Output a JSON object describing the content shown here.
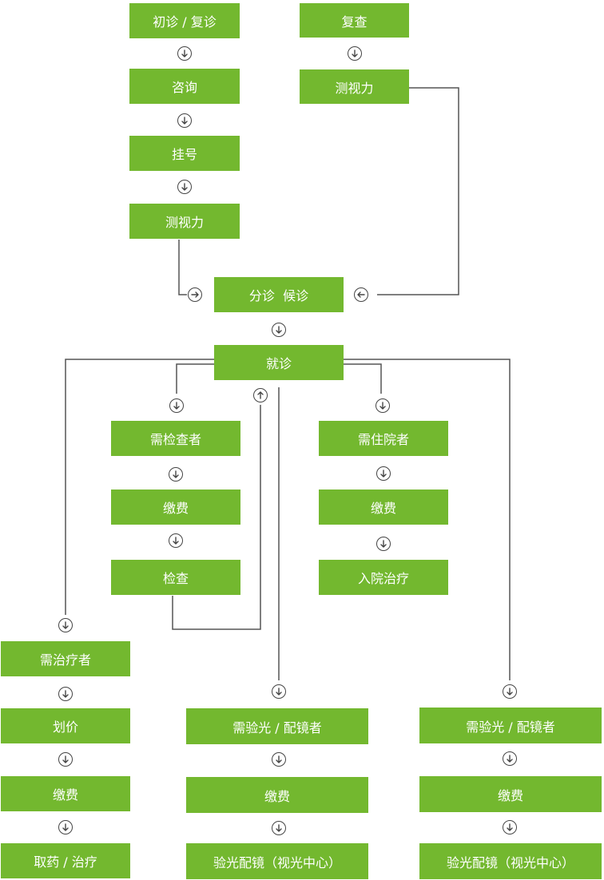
{
  "colors": {
    "box": "#73b82f",
    "line": "#555555",
    "text": "#ffffff"
  },
  "nodes": {
    "initial_visit": "初诊 / 复诊",
    "consult": "咨询",
    "register": "挂号",
    "vision_test_a": "测视力",
    "recheck": "复查",
    "vision_test_b": "测视力",
    "triage_wait": "分诊  候诊",
    "see_doctor": "就诊",
    "need_exam": "需检查者",
    "exam_pay": "缴费",
    "exam": "检查",
    "need_admit": "需住院者",
    "admit_pay": "缴费",
    "admit": "入院治疗",
    "need_treat": "需治疗者",
    "treat_price": "划价",
    "treat_pay": "缴费",
    "treat_get": "取药 / 治疗",
    "optom_mid_need": "需验光 / 配镜者",
    "optom_mid_pay": "缴费",
    "optom_mid_do": "验光配镜（视光中心）",
    "optom_right_need": "需验光 / 配镜者",
    "optom_right_pay": "缴费",
    "optom_right_do": "验光配镜（视光中心）"
  }
}
